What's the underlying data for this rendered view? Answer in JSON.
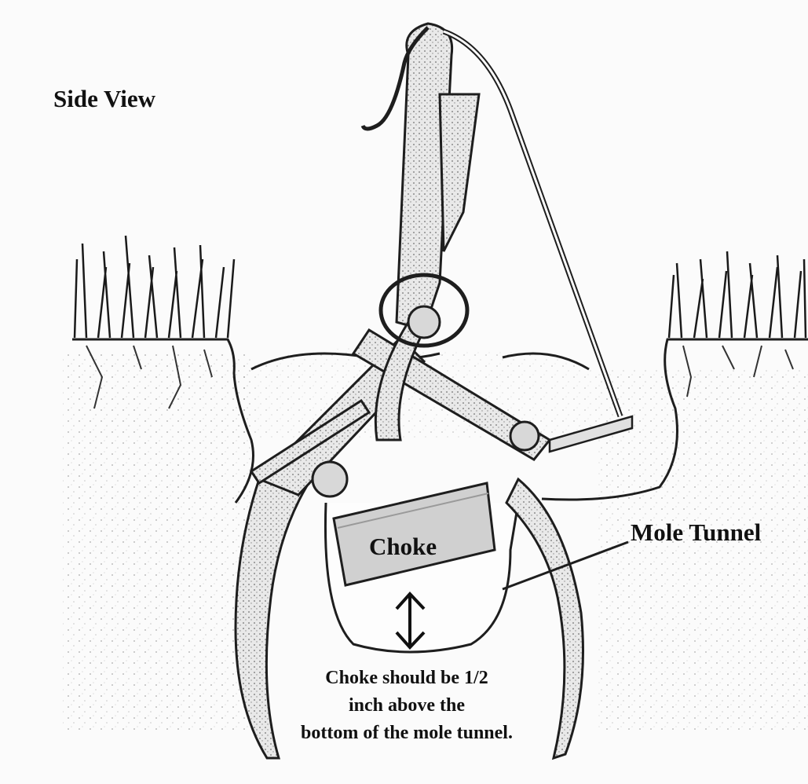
{
  "diagram": {
    "view_title": "Side View",
    "choke_label": "Choke",
    "tunnel_label": "Mole Tunnel",
    "note_lines": [
      "Choke should be 1/2",
      "inch above the",
      "bottom of the mole tunnel."
    ],
    "colors": {
      "ink": "#1e1e1e",
      "paper": "#fbfbfb",
      "stipple": "#8a8a8a",
      "trap_fill": "#e6e6e6",
      "choke_fill": "#d0d0d0"
    },
    "icons": [
      "grass-tuft-icon",
      "double-arrow-icon",
      "pivot-bolt-icon"
    ]
  }
}
